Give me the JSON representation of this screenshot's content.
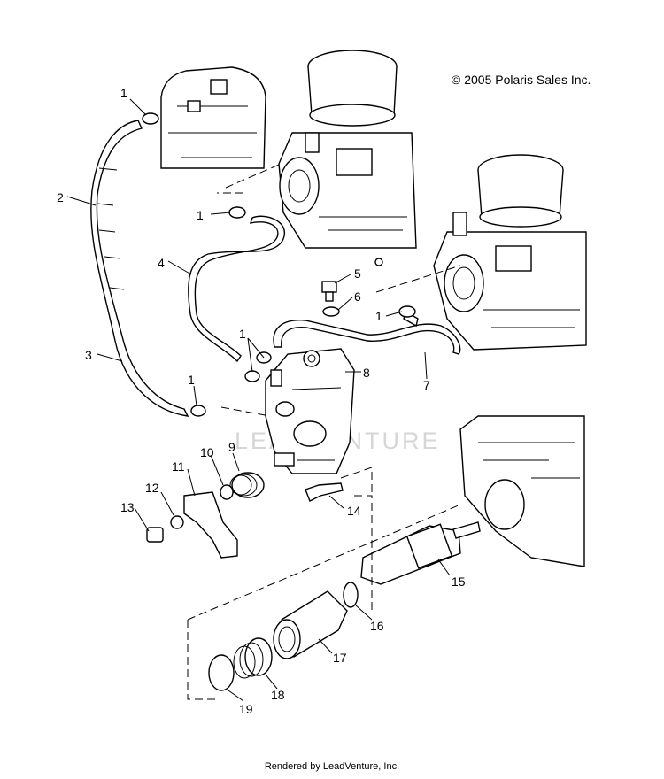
{
  "copyright": "© 2005 Polaris Sales Inc.",
  "footer": "Rendered by LeadVenture, Inc.",
  "watermark": "LEADVENTURE",
  "callouts": {
    "c1a": "1",
    "c1b": "1",
    "c1c": "1",
    "c1d": "1",
    "c1e": "1",
    "c2": "2",
    "c3": "3",
    "c4": "4",
    "c5": "5",
    "c6": "6",
    "c7": "7",
    "c8": "8",
    "c9": "9",
    "c10": "10",
    "c11": "11",
    "c12": "12",
    "c13": "13",
    "c14": "14",
    "c15": "15",
    "c16": "16",
    "c17": "17",
    "c18": "18",
    "c19": "19"
  }
}
